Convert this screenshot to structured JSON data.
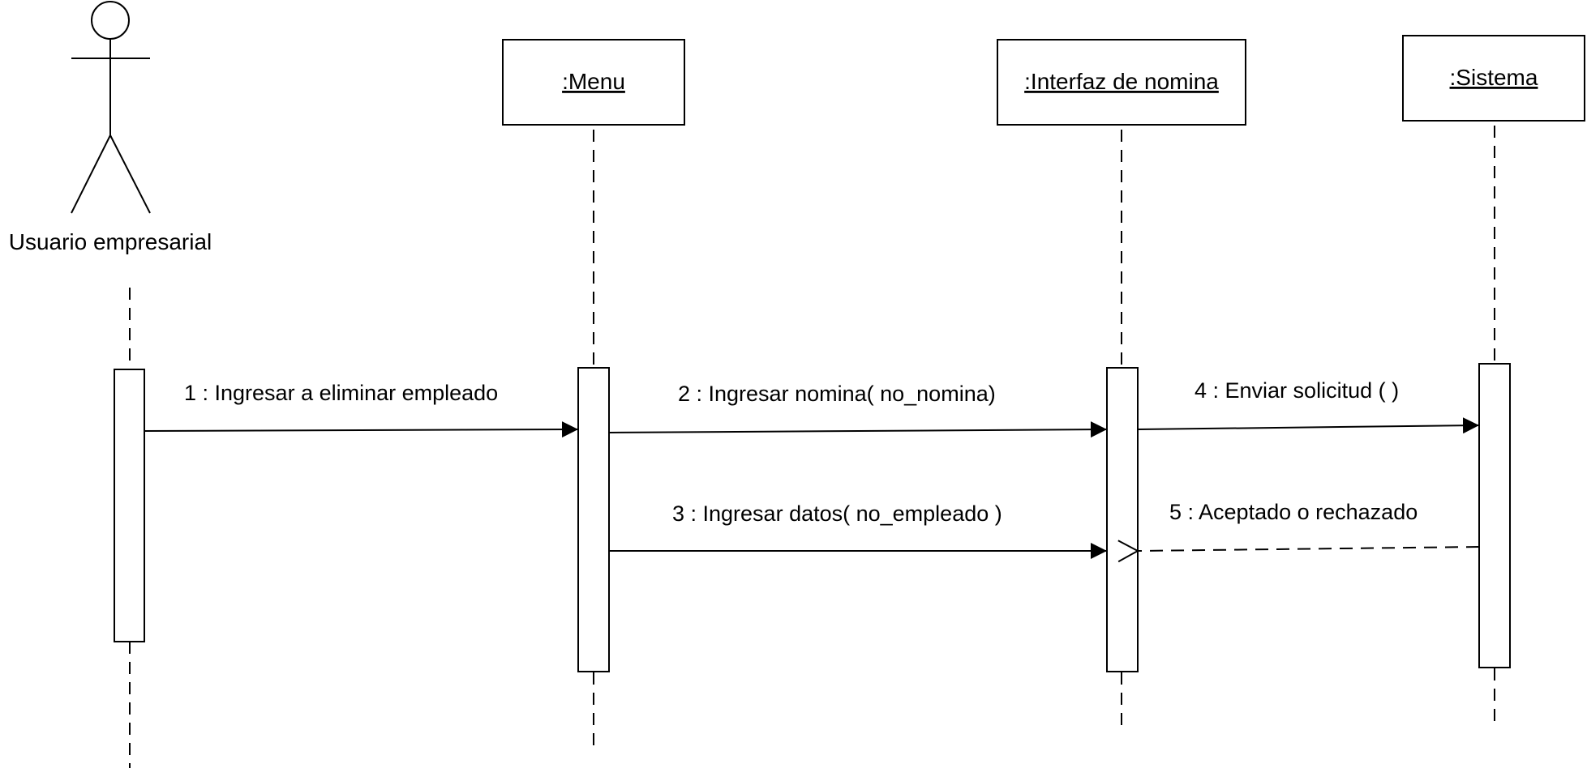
{
  "actor": {
    "name": "Usuario empresarial",
    "icon": "stick-figure-icon"
  },
  "objects": [
    {
      "id": "menu",
      "name": ":Menu"
    },
    {
      "id": "interfaz",
      "name": ":Interfaz de nomina"
    },
    {
      "id": "sistema",
      "name": ":Sistema"
    }
  ],
  "messages": [
    {
      "id": "m1",
      "text": "1 : Ingresar a eliminar empleado",
      "kind": "synchronous"
    },
    {
      "id": "m2",
      "text": "2 : Ingresar nomina( no_nomina)",
      "kind": "synchronous"
    },
    {
      "id": "m3",
      "text": "3 : Ingresar datos( no_empleado )",
      "kind": "synchronous"
    },
    {
      "id": "m4",
      "text": "4 : Enviar solicitud ( )",
      "kind": "synchronous"
    },
    {
      "id": "m5",
      "text": "5 : Aceptado o rechazado",
      "kind": "return"
    }
  ],
  "colors": {
    "line": "#000000",
    "background": "#ffffff"
  }
}
